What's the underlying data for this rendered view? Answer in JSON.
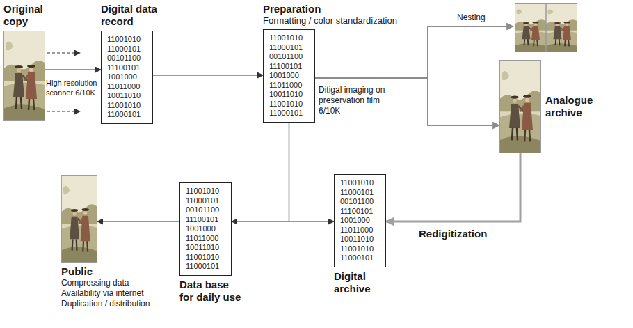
{
  "diagram": {
    "nodes": [
      {
        "text": [
          "Original copy"
        ]
      },
      {
        "text": [
          "Digital data record",
          "11001010 11000101 00101100 11100101 1001000 11011000 10011010 11001010 11000101"
        ]
      },
      {
        "text": [
          "Preparation",
          "Formatting / color standardization",
          "11001010 11000101 00101100 11100101 1001000 11011000 10011010 11001010 11000101"
        ]
      },
      {
        "text": [
          "Analogue archive"
        ]
      },
      {
        "text": [
          "Public",
          "Compressing data",
          "Availability via internet",
          "Duplication / distribution"
        ]
      },
      {
        "text": [
          "Data base for daily use",
          "11001010 11000101 00101100 11100101 1001000 11011000 10011010 11001010 11000101"
        ]
      },
      {
        "text": [
          "Digital archive",
          "11001010 11000101 00101100 11100101 1001000 11011000 10011010 11001010 11000101"
        ]
      }
    ],
    "edges": [
      {
        "from": 0,
        "to": 1,
        "arrow": "to",
        "label": "High resolution scanner 6/10K"
      },
      {
        "from": 1,
        "to": 2,
        "arrow": "to"
      },
      {
        "from": 2,
        "to": 3,
        "arrow": "to",
        "label": "Ditigal imaging on preservation film 6/10K"
      },
      {
        "from": 3,
        "to": 6,
        "arrow": "to",
        "label": "Redigitization"
      },
      {
        "from": 2,
        "to": 5,
        "arrow": "to"
      },
      {
        "from": 2,
        "to": 6,
        "arrow": "to"
      },
      {
        "from": 5,
        "to": 4,
        "arrow": "to"
      }
    ],
    "labels": [
      "Nesting"
    ]
  }
}
